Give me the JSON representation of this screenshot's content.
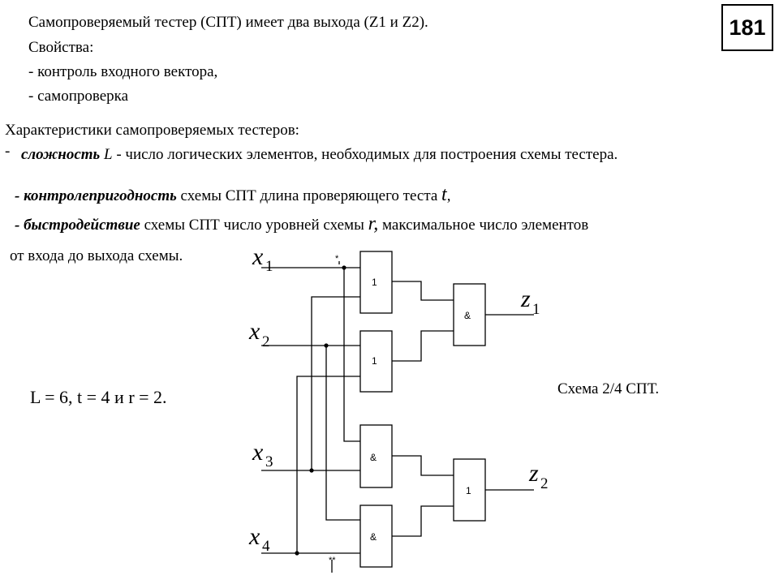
{
  "slide_number": "181",
  "intro": {
    "line1": "Самопроверяемый тестер (СПТ) имеет два выхода (Z1 и Z2).",
    "line2": "Свойства:",
    "line3": "- контроль входного вектора,",
    "line4": "- самопроверка"
  },
  "characteristics": {
    "heading": "Характеристики самопроверяемых тестеров:",
    "bullet_dash": "-",
    "item1_term": "сложность",
    "item1_symbol": "L",
    "item1_text": " - число логических элементов, необходимых для построения схемы тестера.",
    "item2_term": "- контролепригодность",
    "item2_text": " схемы СПТ длина проверяющего теста ",
    "item2_symbol": "t",
    "item2_end": ",",
    "item3_term": "- быстродействие",
    "item3_text": " схемы СПТ число уровней схемы ",
    "item3_symbol": "r,",
    "item3_end": "  максимальное число элементов",
    "item3_cont": "от входа до выхода схемы."
  },
  "values_line": "L = 6, t = 4 и r = 2.",
  "caption": "Схема 2/4 СПТ.",
  "circuit": {
    "inputs": [
      {
        "var": "x",
        "sub": "1"
      },
      {
        "var": "x",
        "sub": "2"
      },
      {
        "var": "x",
        "sub": "3"
      },
      {
        "var": "x",
        "sub": "4"
      }
    ],
    "outputs": [
      {
        "var": "z",
        "sub": "1"
      },
      {
        "var": "z",
        "sub": "2"
      }
    ],
    "gates": {
      "or1": "1",
      "or2": "1",
      "and_out1": "&",
      "and1": "&",
      "and2": "&",
      "or_out2": "1"
    },
    "marks": {
      "single": "*",
      "double": "**"
    }
  }
}
